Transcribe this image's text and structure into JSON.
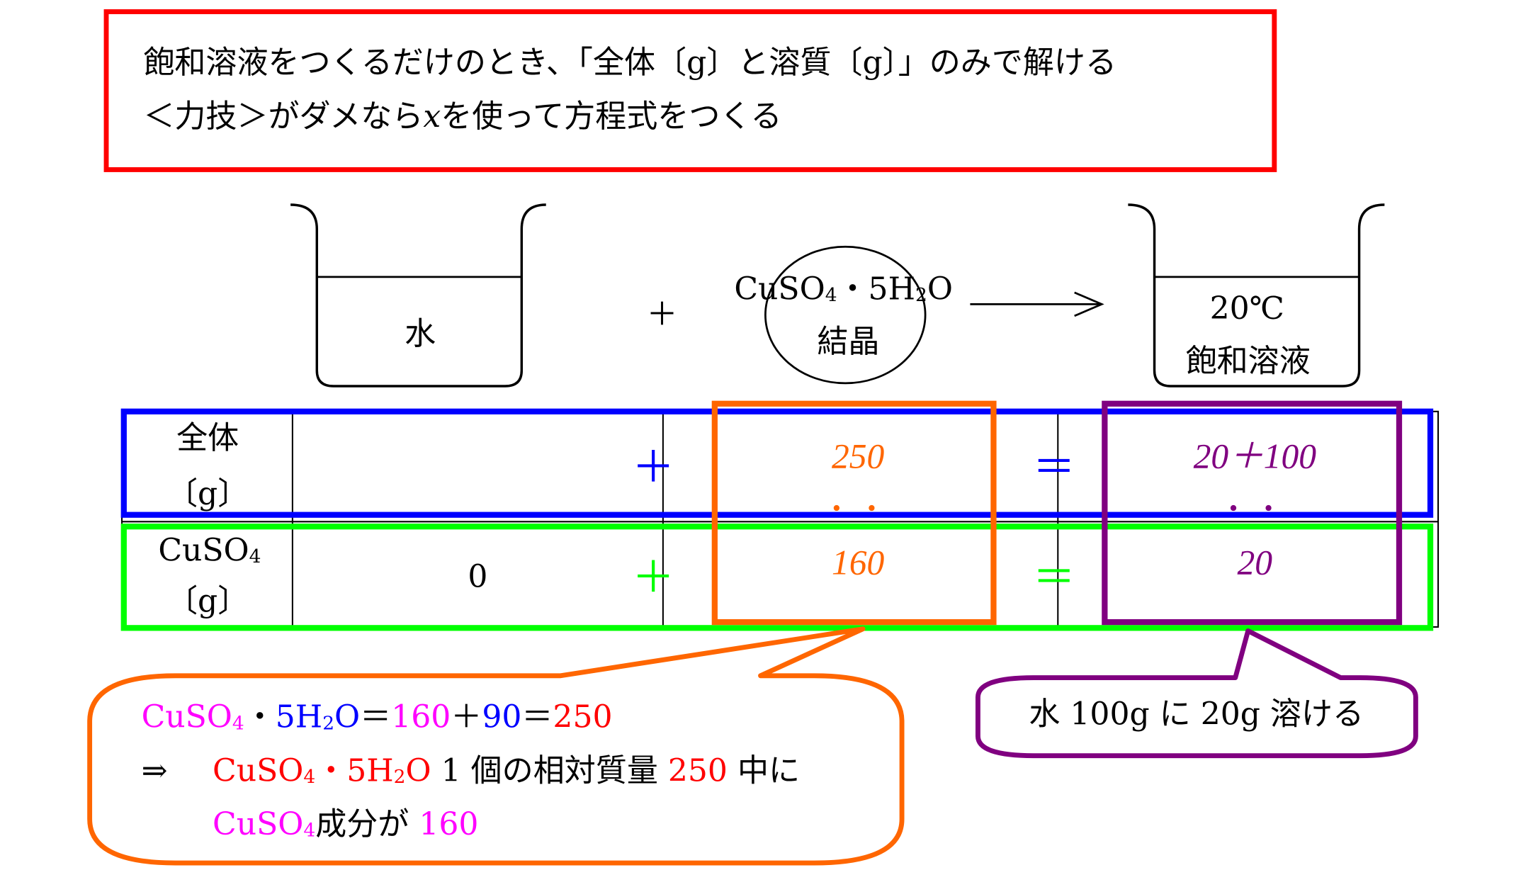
{
  "header": {
    "line1": "飽和溶液をつくるだけのとき、「全体〔g〕と溶質〔g〕」のみで解ける",
    "line2_pre": "＜力技＞がダメなら",
    "line2_var": "x",
    "line2_post": "を使って方程式をつくる"
  },
  "scene": {
    "water_label": "水",
    "plus": "＋",
    "crystal_formula_a": "CuSO",
    "crystal_formula_sub1": "4",
    "crystal_formula_b": "・5H",
    "crystal_formula_sub2": "2",
    "crystal_formula_c": "O",
    "crystal_label": "結晶",
    "result_temp": "20℃",
    "result_label": "飽和溶液"
  },
  "table": {
    "row1": {
      "label_top": "全体",
      "label_bottom": "〔g〕",
      "water": "",
      "crystal": "250",
      "solution": "20＋100"
    },
    "row2": {
      "label_top_a": "CuSO",
      "label_top_sub": "4",
      "label_bottom": "〔g〕",
      "water": "0",
      "crystal": "160",
      "solution": "20"
    },
    "plus": "＋",
    "equals": "＝"
  },
  "callout_left": {
    "l1": [
      "CuSO",
      "4",
      "・",
      "5H",
      "2",
      "O",
      "＝",
      "160",
      "＋",
      "90",
      "＝",
      "250"
    ],
    "l2_arrow": "⇒",
    "l2_formula": [
      "CuSO",
      "4",
      "・5H",
      "2",
      "O"
    ],
    "l2_text1": " 1 個の相対質量 ",
    "l2_num": "250",
    "l2_text2": " 中に",
    "l3_formula": [
      "CuSO",
      "4"
    ],
    "l3_text": "成分が ",
    "l3_num": "160"
  },
  "callout_right": {
    "text": "水 100g に 20g 溶ける"
  },
  "colors": {
    "red": "#ff0000",
    "blue": "#0000ff",
    "green": "#00ff00",
    "orange": "#ff6600",
    "purple": "#800080",
    "magenta": "#ff00ff"
  }
}
